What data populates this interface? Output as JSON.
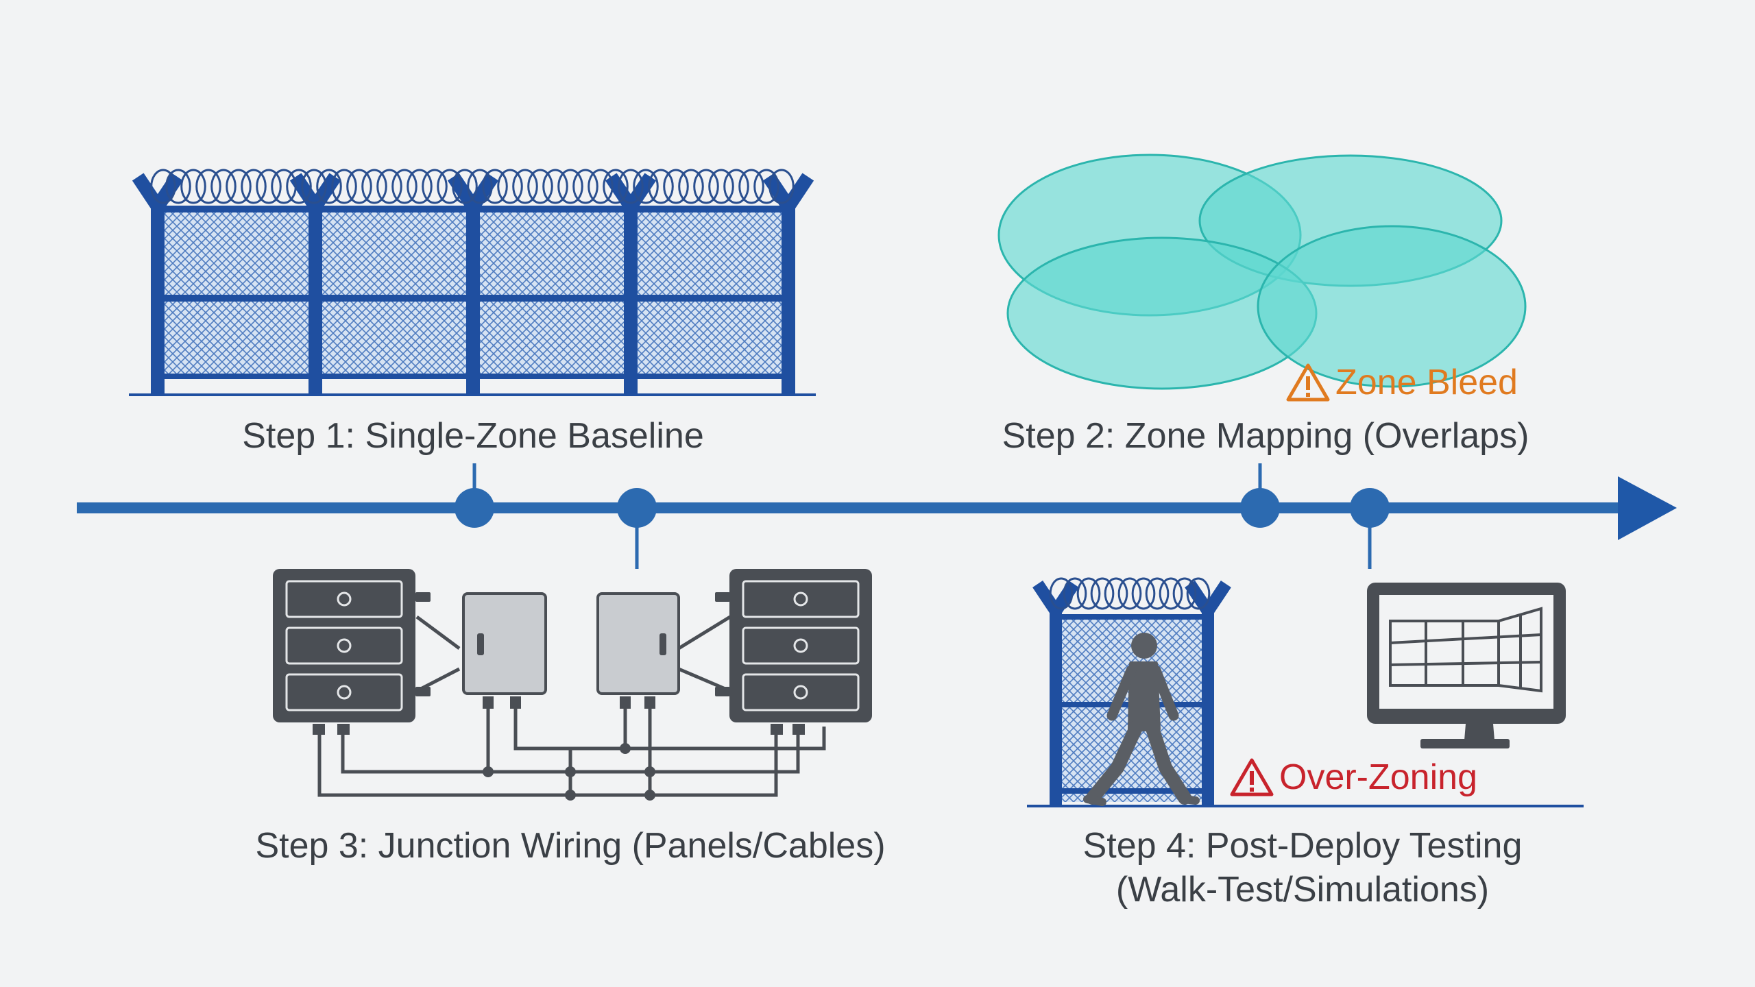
{
  "steps": [
    {
      "label": "Step 1: Single-Zone Baseline"
    },
    {
      "label": "Step 2: Zone Mapping (Overlaps)"
    },
    {
      "label": "Step 3: Junction Wiring (Panels/Cables)"
    },
    {
      "label_line1": "Step 4: Post-Deploy Testing",
      "label_line2": "(Walk-Test/Simulations)"
    }
  ],
  "warnings": {
    "zone_bleed": "Zone Bleed",
    "over_zoning": "Over-Zoning"
  },
  "colors": {
    "fence": "#1f4fa0",
    "timeline": "#2c6ab0",
    "zone_fill": "#5fd8d0",
    "zone_bleed": "#e07a1f",
    "over_zoning": "#c8232c",
    "panel_dark": "#4a4e54",
    "junction_box": "#c9ccd0",
    "person": "#5a5e64",
    "caption": "#3a3f45"
  },
  "icons": [
    "razor-wire-fence-icon",
    "overlapping-zones-icon",
    "control-panel-icon",
    "junction-box-icon",
    "walking-person-icon",
    "monitor-icon",
    "warning-triangle-icon"
  ]
}
